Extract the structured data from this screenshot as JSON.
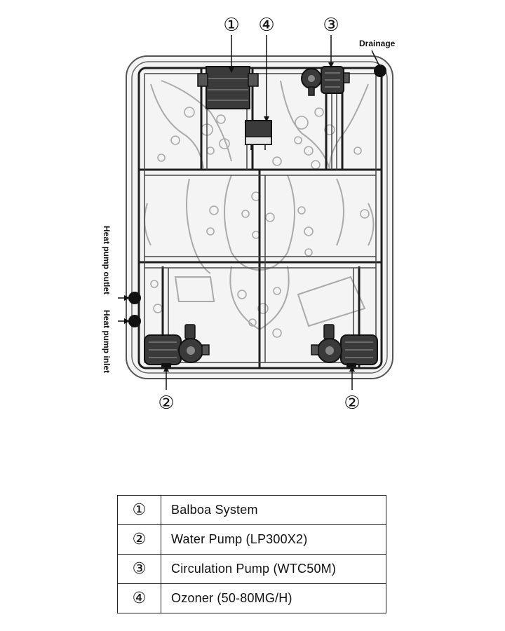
{
  "labels": {
    "callout_1": "①",
    "callout_2": "②",
    "callout_3": "③",
    "callout_4": "④",
    "drainage": "Drainage",
    "heat_pump_outlet": "Heat pump outlet",
    "heat_pump_inlet": "Heat pump inlet"
  },
  "legend": [
    {
      "symbol": "①",
      "text": "Balboa System"
    },
    {
      "symbol": "②",
      "text": "Water Pump (LP300X2)"
    },
    {
      "symbol": "③",
      "text": "Circulation Pump (WTC50M)"
    },
    {
      "symbol": "④",
      "text": "Ozoner (50-80MG/H)"
    }
  ],
  "colors": {
    "ink": "#111111",
    "outline": "#555555",
    "shell_fill": "#f4f4f4",
    "component": "#3a3a3a"
  }
}
